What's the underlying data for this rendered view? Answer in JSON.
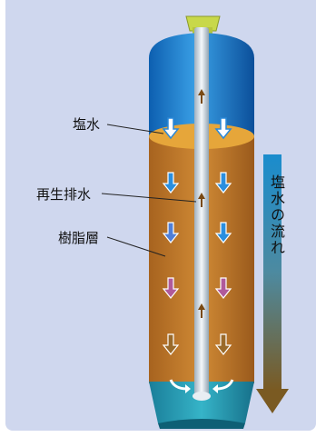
{
  "labels": {
    "brine": "塩水",
    "regen_drain": "再生排水",
    "resin_layer": "樹脂層",
    "brine_flow": "塩水の流れ"
  },
  "colors": {
    "background_panel": "#cfd7ee",
    "brine_zone": "#1f7fd0",
    "resin_zone": "#c27a2a",
    "bottom_zone": "#2a9ab0",
    "cap": "#c8d84a",
    "flow_arrow_top": "#1a8ccd",
    "flow_arrow_bottom": "#7a5a22"
  },
  "icons": {
    "down_arrow": "down-arrow-icon",
    "up_arrow": "up-arrow-icon",
    "flow_arrow": "large-down-arrow-icon"
  }
}
